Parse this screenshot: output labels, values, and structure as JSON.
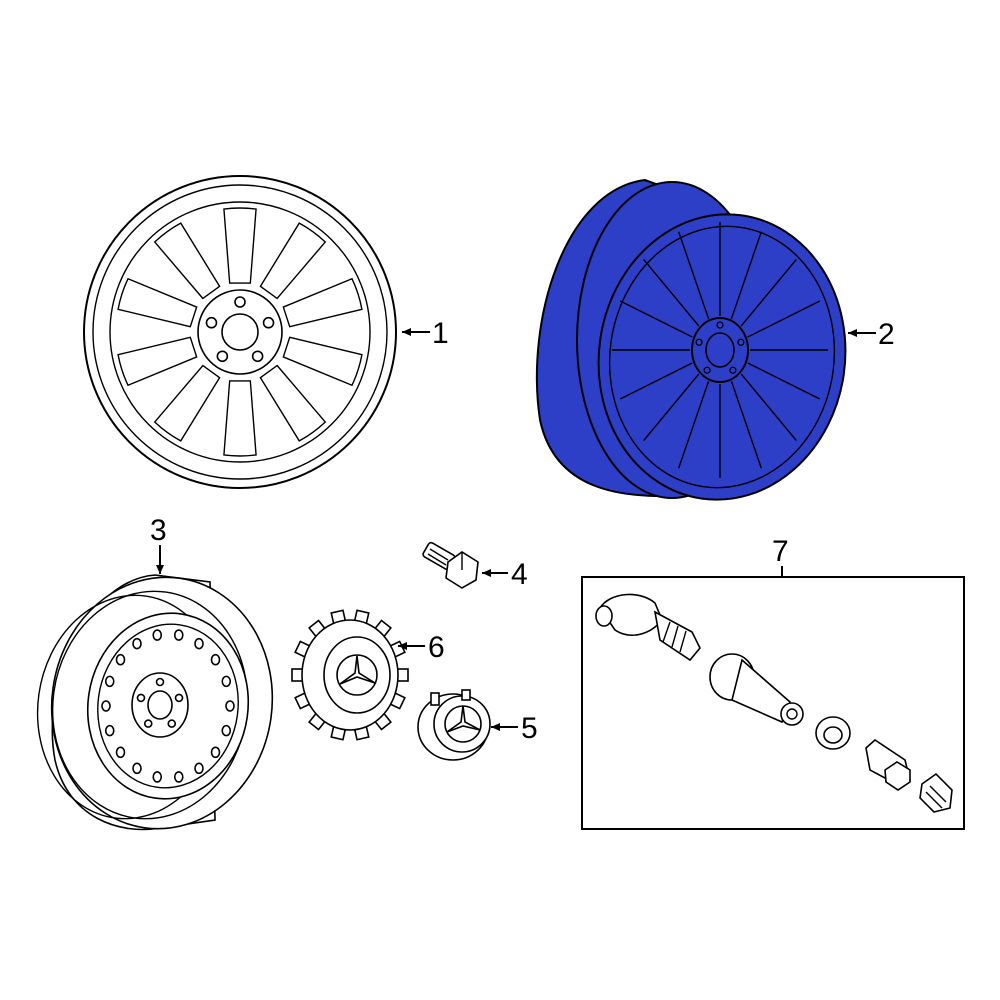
{
  "parts": [
    {
      "callout": "1",
      "name": "wheel-alloy-front-view"
    },
    {
      "callout": "2",
      "name": "wheel-alloy-highlighted"
    },
    {
      "callout": "3",
      "name": "spare-wheel-with-tire"
    },
    {
      "callout": "4",
      "name": "wheel-lug-bolt"
    },
    {
      "callout": "5",
      "name": "center-cap"
    },
    {
      "callout": "6",
      "name": "center-cap-alt"
    },
    {
      "callout": "7",
      "name": "tpms-sensor-kit"
    }
  ],
  "colors": {
    "highlight": "#2d3fc7",
    "line": "#000000",
    "background": "#ffffff"
  }
}
